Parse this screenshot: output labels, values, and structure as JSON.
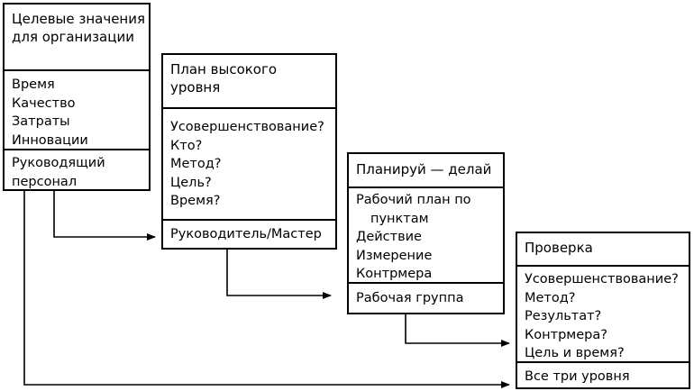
{
  "boxes": [
    {
      "title": [
        "Целевые значения",
        "для организации"
      ],
      "items": [
        "Время",
        "Качество",
        "Затраты",
        "Инновации"
      ],
      "footer": [
        "Руководящий",
        "персонал"
      ]
    },
    {
      "title": [
        "План высокого",
        "уровня"
      ],
      "items": [
        "Усовершенствование?",
        "Кто?",
        "Метод?",
        "Цель?",
        "Время?"
      ],
      "footer": [
        "Руководитель/Мастер"
      ]
    },
    {
      "title": [
        "Планируй — делай"
      ],
      "items": [
        "Рабочий план по",
        "пунктам",
        "Действие",
        "Измерение",
        "Контрмера"
      ],
      "footer": [
        "Рабочая группа"
      ]
    },
    {
      "title": [
        "Проверка"
      ],
      "items": [
        "Усовершенствование?",
        "Метод?",
        "Результат?",
        "Контрмера?",
        "Цель и время?"
      ],
      "footer": [
        "Все три уровня"
      ]
    }
  ]
}
